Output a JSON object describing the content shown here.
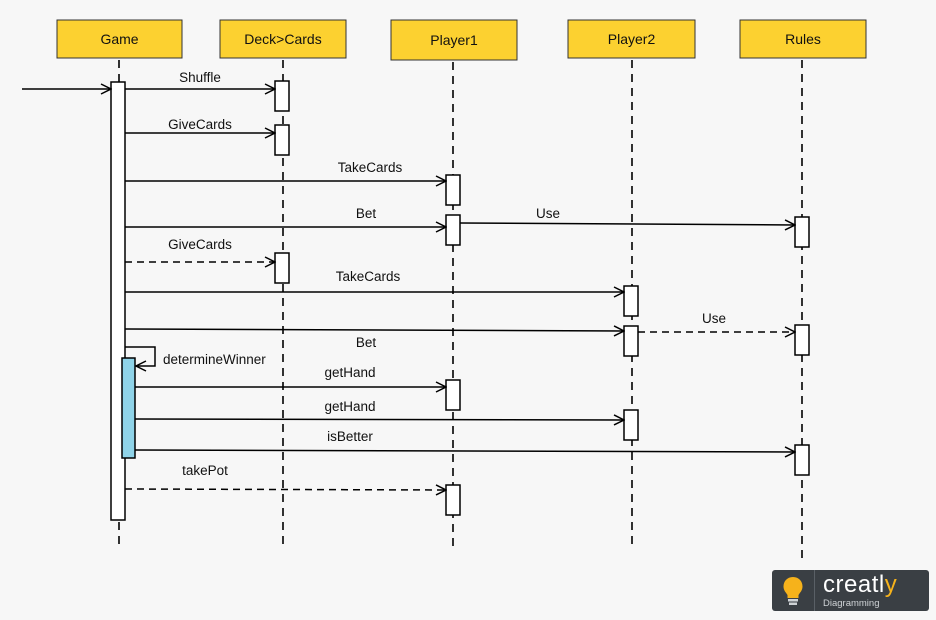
{
  "lifelines": [
    {
      "id": "game",
      "label": "Game"
    },
    {
      "id": "deck",
      "label": "Deck>Cards"
    },
    {
      "id": "player1",
      "label": "Player1"
    },
    {
      "id": "player2",
      "label": "Player2"
    },
    {
      "id": "rules",
      "label": "Rules"
    }
  ],
  "messages": [
    {
      "label": "Shuffle",
      "from": "game",
      "to": "deck",
      "style": "solid"
    },
    {
      "label": "GiveCards",
      "from": "game",
      "to": "deck",
      "style": "solid"
    },
    {
      "label": "TakeCards",
      "from": "game",
      "to": "player1",
      "style": "solid"
    },
    {
      "label": "Bet",
      "from": "game",
      "to": "player1",
      "style": "solid"
    },
    {
      "label": "Use",
      "from": "player1",
      "to": "rules",
      "style": "solid"
    },
    {
      "label": "GiveCards",
      "from": "game",
      "to": "deck",
      "style": "dashed"
    },
    {
      "label": "TakeCards",
      "from": "game",
      "to": "player2",
      "style": "solid"
    },
    {
      "label": "Use",
      "from": "player2",
      "to": "rules",
      "style": "dashed"
    },
    {
      "label": "Bet",
      "from": "game",
      "to": "player2",
      "style": "solid"
    },
    {
      "label": "determineWinner",
      "from": "game",
      "to": "game",
      "style": "self"
    },
    {
      "label": "getHand",
      "from": "game",
      "to": "player1",
      "style": "solid"
    },
    {
      "label": "getHand",
      "from": "game",
      "to": "player2",
      "style": "solid"
    },
    {
      "label": "isBetter",
      "from": "game",
      "to": "rules",
      "style": "solid"
    },
    {
      "label": "takePot",
      "from": "game",
      "to": "player1",
      "style": "dashed"
    }
  ],
  "logo": {
    "brand_main": "creatl",
    "brand_accent": "y",
    "tagline": "Diagramming",
    "accent_color": "#f6b21b"
  },
  "colors": {
    "header_fill": "#fcd130",
    "highlight_activation": "#8fd3e8"
  }
}
